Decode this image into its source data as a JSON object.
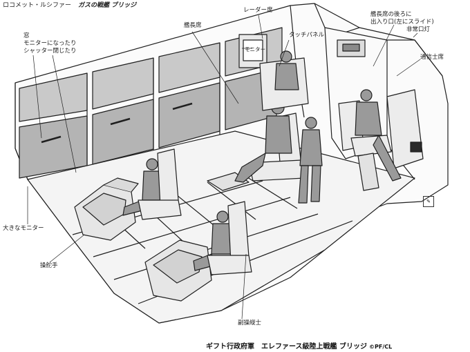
{
  "header": {
    "series": "ロコメット・ルシファー",
    "subtitle": "ガスの戦艦 ブリッジ"
  },
  "labels": {
    "window": [
      "窓",
      "モニターになったり",
      "シャッター閉じたり"
    ],
    "large_monitor": "大きなモニター",
    "helmsman": "操舵手",
    "copilot": "副操縦士",
    "captain_seat": "艦長席",
    "radar_seat": "レーダー席",
    "monitor": "モニター",
    "touch_panel": "タッチパネル",
    "rear_entrance": [
      "艦長席の後ろに",
      "出入り口(左にスライド)"
    ],
    "emergency_light": "非常口灯",
    "comms_seat": "通信士席"
  },
  "caption": {
    "text": "ギフト行政府軍　エレファース級陸上戦艦 ブリッジ",
    "copyright": "©PF/CL"
  },
  "colors": {
    "line": "#1f1f1f",
    "panel": "#c9c9c9",
    "panel_dark": "#b4b4b4",
    "figure": "#9a9a9a",
    "floor": "#f4f4f4"
  }
}
